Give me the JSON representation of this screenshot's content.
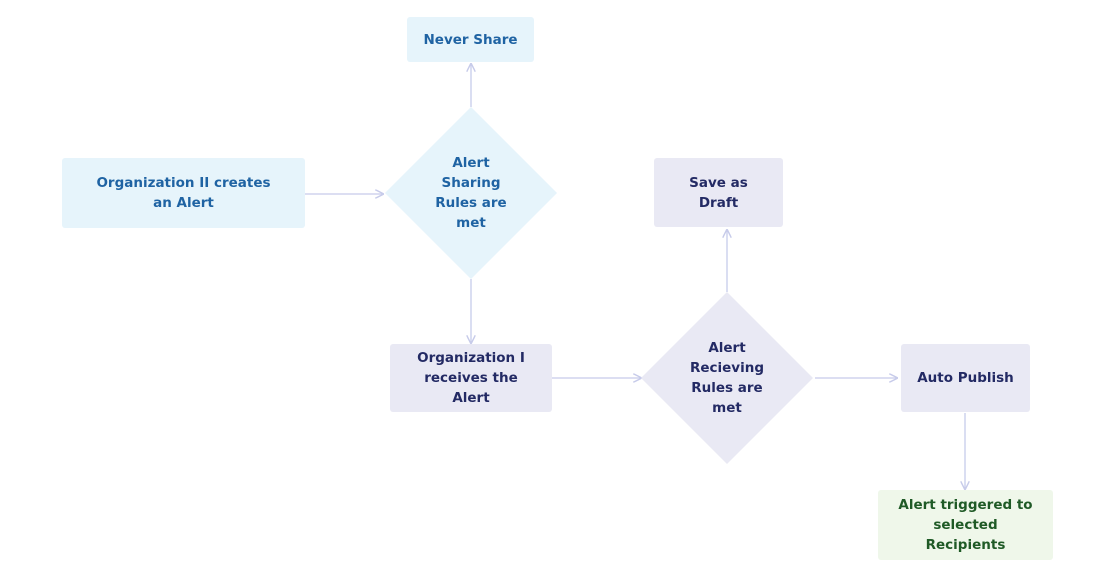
{
  "diagram": {
    "nodes": {
      "never_share": "Never Share",
      "org2_creates": "Organization II creates an Alert",
      "sharing_rules": "Alert Sharing Rules are met",
      "save_draft": "Save as Draft",
      "org1_receives": "Organization I receives the Alert",
      "receiving_rules": "Alert Recieving Rules are met",
      "auto_publish": "Auto Publish",
      "alert_triggered": "Alert triggered to selected Recipients"
    },
    "colors": {
      "blue_fill": "#e6f4fb",
      "blue_text": "#1f63a3",
      "lavender_fill": "#e9e9f4",
      "lavender_text": "#232a64",
      "green_fill": "#eff7ea",
      "green_text": "#1f5a26",
      "connector": "#c7cbea"
    }
  }
}
